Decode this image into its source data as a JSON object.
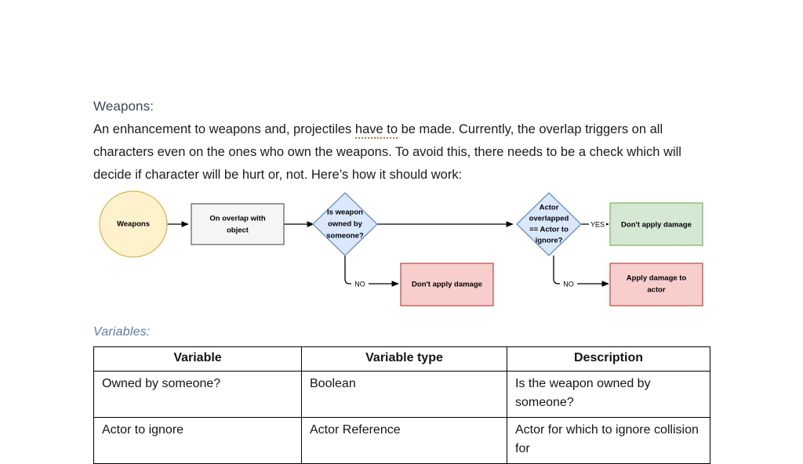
{
  "document": {
    "heading": "Weapons:",
    "paragraph_part1": "An enhancement to weapons and, projectiles ",
    "paragraph_flagged": "have to",
    "paragraph_part2": " be made. Currently, the overlap triggers on all characters even on the ones who own the weapons. To avoid this, there needs to be a check which will decide if character will be hurt or, not. Here’s how it should work:"
  },
  "flowchart": {
    "nodes": {
      "start": {
        "label": "Weapons",
        "shape": "ellipse",
        "fill": "#fdf2cc",
        "stroke": "#d6b656"
      },
      "process": {
        "label_line1": "On overlap with",
        "label_line2": "object",
        "shape": "rectangle",
        "fill": "#f5f5f5",
        "stroke": "#666666"
      },
      "decision1": {
        "label_line1": "Is weapon",
        "label_line2": "owned by",
        "label_line3": "someone?",
        "shape": "diamond",
        "fill": "#dae8fc",
        "stroke": "#6c8ebf"
      },
      "decision2": {
        "label_line1": "Actor",
        "label_line2": "overlapped",
        "label_line3": "== Actor to",
        "label_line4": "ignore?",
        "shape": "diamond",
        "fill": "#dae8fc",
        "stroke": "#6c8ebf"
      },
      "result_no_damage_green": {
        "label": "Don't apply damage",
        "shape": "rectangle",
        "fill": "#d5e8d4",
        "stroke": "#82b366"
      },
      "result_no_damage_red": {
        "label": "Don't apply damage",
        "shape": "rectangle",
        "fill": "#f8cecc",
        "stroke": "#b85450"
      },
      "result_apply_damage": {
        "label_line1": "Apply damage to",
        "label_line2": "actor",
        "shape": "rectangle",
        "fill": "#f8cecc",
        "stroke": "#b85450"
      }
    },
    "edges": {
      "yes_label": "YES",
      "no_label_1": "NO",
      "no_label_2": "NO"
    }
  },
  "variables_section": {
    "heading": "Variables:",
    "table": {
      "columns": [
        "Variable",
        "Variable type",
        "Description"
      ],
      "rows": [
        [
          "Owned by someone?",
          "Boolean",
          "Is the weapon owned by someone?"
        ],
        [
          "Actor to ignore",
          "Actor Reference",
          "Actor for which to ignore collision for"
        ]
      ]
    }
  }
}
